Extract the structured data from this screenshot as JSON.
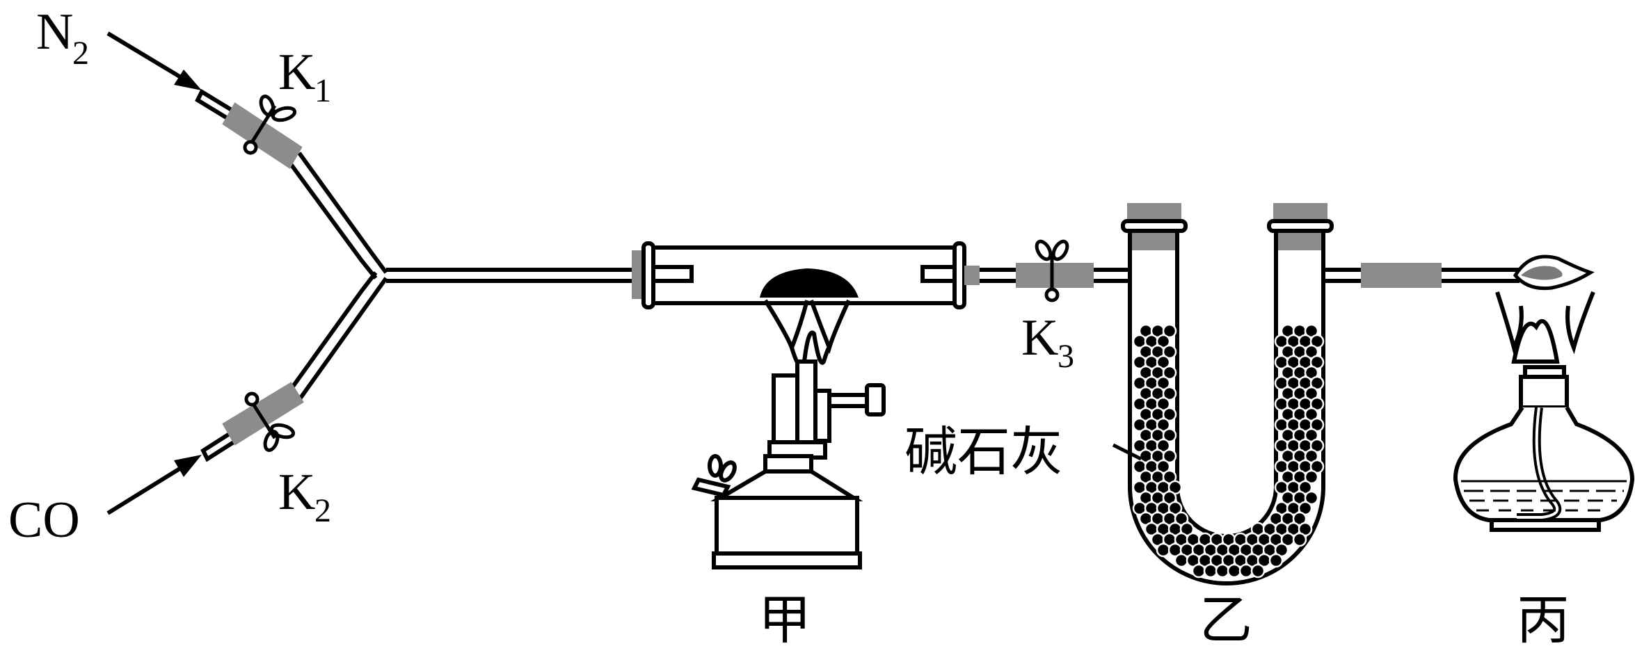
{
  "labels": {
    "n2": "N",
    "n2_sub": "2",
    "co": "CO",
    "k1": "K",
    "k1_sub": "1",
    "k2": "K",
    "k2_sub": "2",
    "k3": "K",
    "k3_sub": "3",
    "soda_lime": "碱石灰",
    "jia": "甲",
    "yi": "乙",
    "bing": "丙"
  },
  "colors": {
    "line": "#000000",
    "rubber": "#8c8c8c",
    "background": "#ffffff"
  }
}
